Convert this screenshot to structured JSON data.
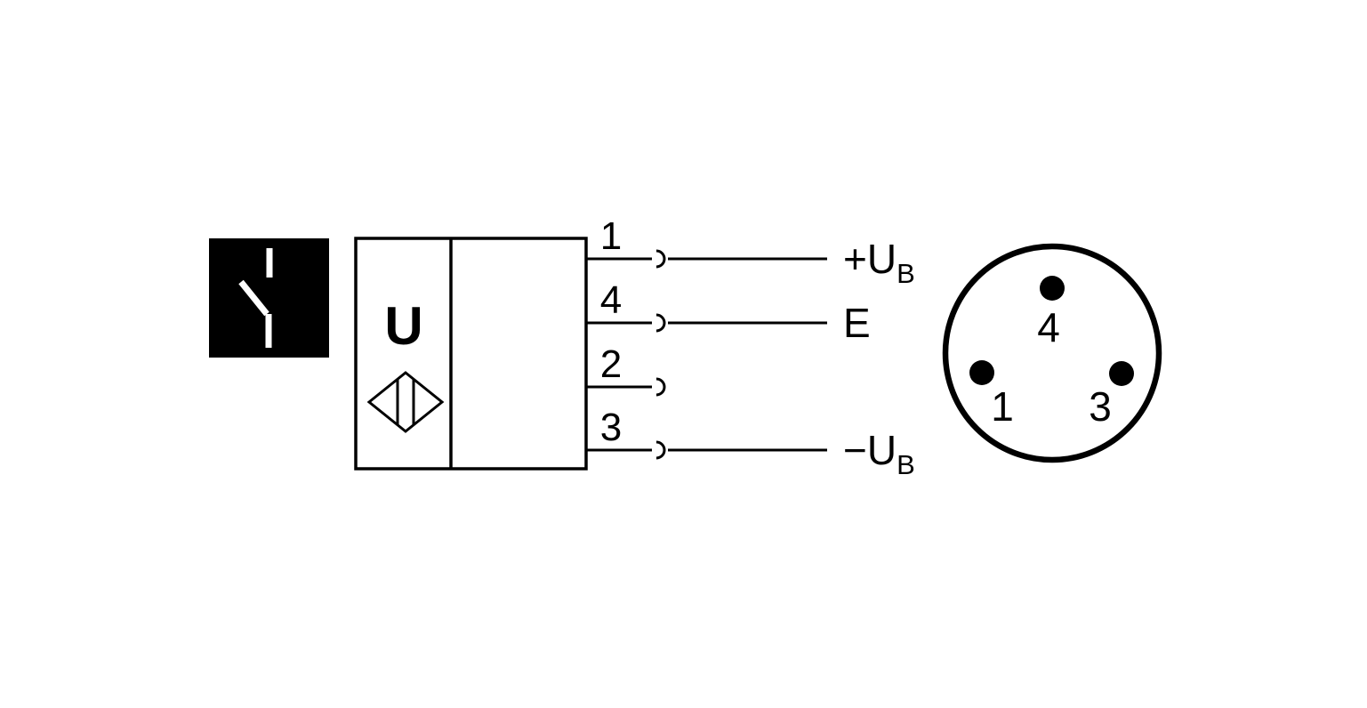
{
  "diagram": {
    "type": "sensor-wiring-diagram",
    "switch_symbol": {
      "name": "normally-open-switch-contact"
    },
    "sensor_block": {
      "output_letter": "U",
      "symbol": "sensor-diamond"
    },
    "wires": [
      {
        "pin": "1",
        "label": "+U",
        "label_subscript": "B",
        "connected": true
      },
      {
        "pin": "4",
        "label": "E",
        "label_subscript": "",
        "connected": true
      },
      {
        "pin": "2",
        "label": "",
        "label_subscript": "",
        "connected": false
      },
      {
        "pin": "3",
        "label": "−U",
        "label_subscript": "B",
        "connected": true
      }
    ],
    "connector_view": {
      "description": "connector-face-front-view",
      "pins": [
        {
          "number": "4",
          "position": "top"
        },
        {
          "number": "1",
          "position": "bottom-left"
        },
        {
          "number": "3",
          "position": "bottom-right"
        }
      ]
    },
    "colors": {
      "line": "#000000",
      "background": "#ffffff",
      "switch_symbol_bg": "#000000",
      "switch_symbol_fg": "#ffffff"
    }
  }
}
